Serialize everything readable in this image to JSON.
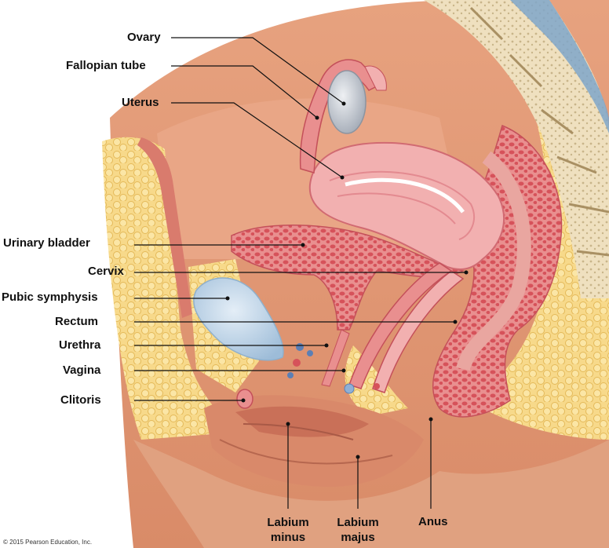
{
  "labels": {
    "ovary": "Ovary",
    "fallopian_tube": "Fallopian tube",
    "uterus": "Uterus",
    "urinary_bladder": "Urinary bladder",
    "cervix": "Cervix",
    "pubic_symphysis": "Pubic symphysis",
    "rectum": "Rectum",
    "urethra": "Urethra",
    "vagina": "Vagina",
    "clitoris": "Clitoris",
    "labium_minus_1": "Labium",
    "labium_minus_2": "minus",
    "labium_majus_1": "Labium",
    "labium_majus_2": "majus",
    "anus": "Anus"
  },
  "copyright": "© 2015 Pearson Education, Inc.",
  "colors": {
    "fat": "#f5d27a",
    "skin": "#e8a07c",
    "muscle": "#e58a8a",
    "uterus": "#f0a5a5",
    "bladder_mucosa": "#d9484f",
    "bone": "#f1e5c8",
    "symphysis": "#c8dcec",
    "ovary": "#c9ced6",
    "spine_channel": "#7fa6c9"
  }
}
